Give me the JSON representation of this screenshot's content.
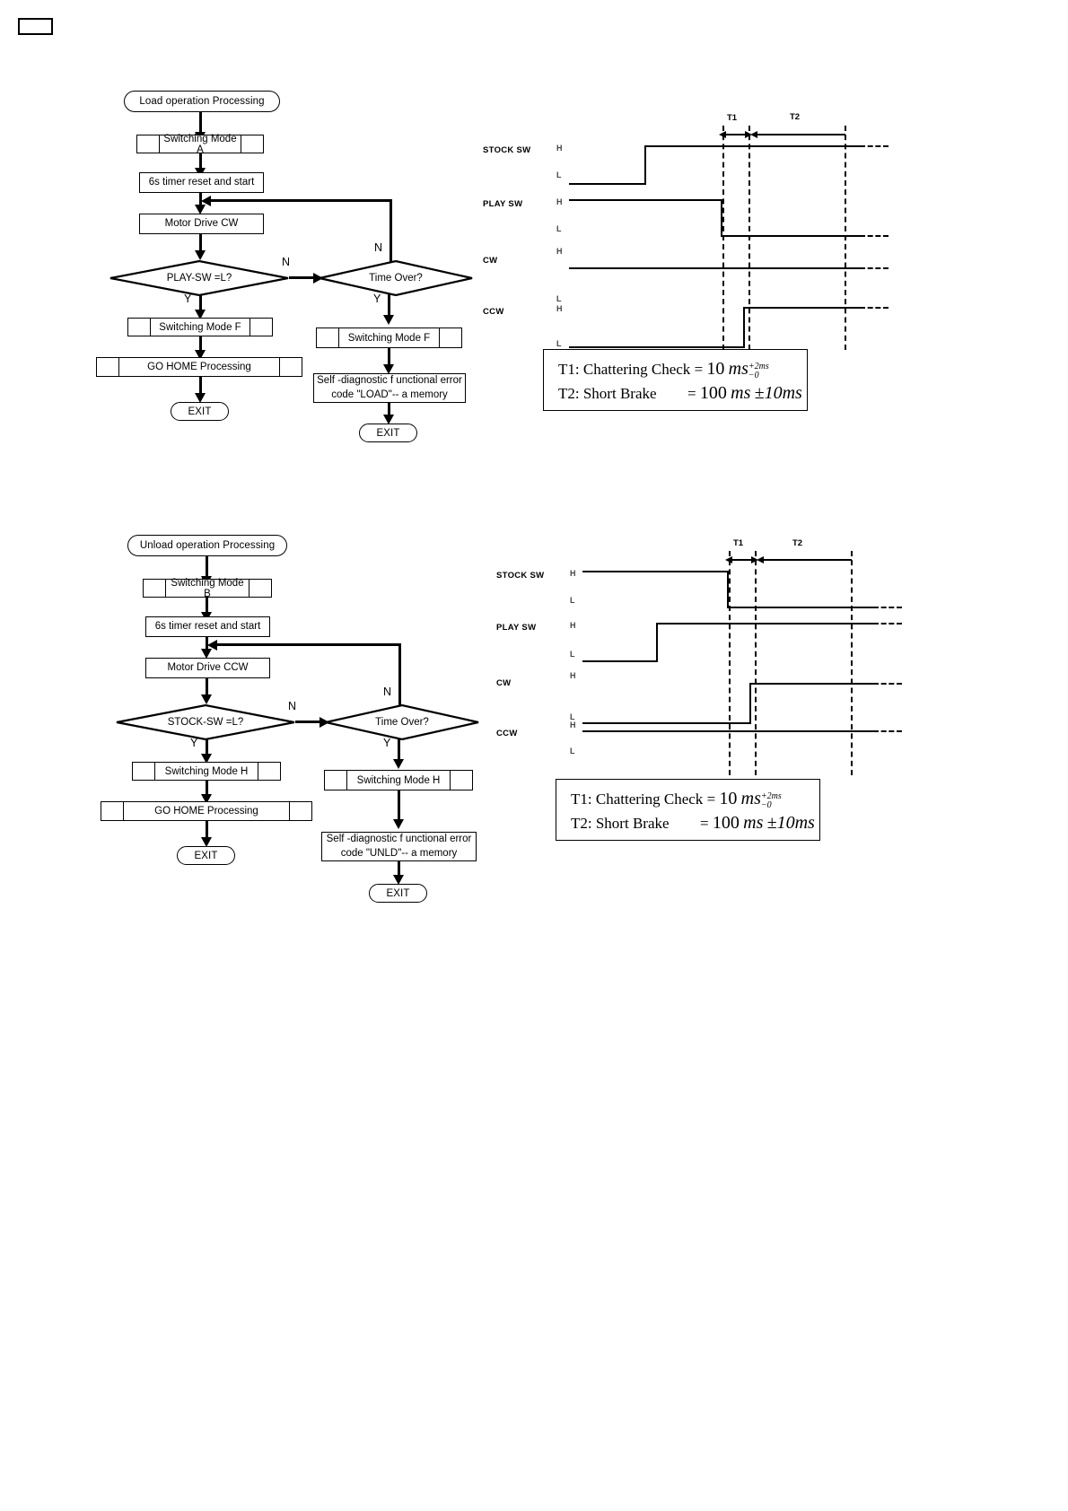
{
  "document": {
    "title": "Load / Unload operation Processing flowcharts with timing charts"
  },
  "corner_mark": {
    "label": ""
  },
  "sections": [
    {
      "id": "load",
      "flow": {
        "start": "Load operation Processing",
        "step_mode_a": "Switching Mode A",
        "step_timer": "6s timer reset and start",
        "step_motor": "Motor Drive CW",
        "decision_main": "PLAY-SW =L?",
        "decision_timeout": "Time Over?",
        "branch_n_main": "N",
        "branch_y_main": "Y",
        "branch_n_timeout": "N",
        "branch_y_timeout": "Y",
        "step_mode_f_left": "Switching Mode F",
        "step_go_home": "GO HOME Processing",
        "exit_left": "EXIT",
        "step_mode_f_right": "Switching Mode F",
        "step_error": "Self -diagnostic f unctional error code \"LOAD\"-- a memory",
        "step_error_line1": "Self -diagnostic f unctional error",
        "step_error_line2": "code \"LOAD\"-- a memory",
        "exit_right": "EXIT"
      },
      "timing": {
        "signals": [
          "STOCK SW",
          "PLAY SW",
          "CW",
          "CCW"
        ],
        "levels": [
          "H",
          "L"
        ],
        "intervals": [
          "T1",
          "T2"
        ],
        "stock_sw": {
          "start_level": "L",
          "transition": "rise",
          "final_level": "H"
        },
        "play_sw": {
          "start_level": "H",
          "transition": "fall",
          "final_level": "L"
        },
        "cw": {
          "start_level": "H",
          "final_level": "H"
        },
        "ccw": {
          "start_level": "L",
          "transition": "rise",
          "final_level": "H"
        }
      },
      "notes": {
        "t1_label": "T1: Chattering Check",
        "t1_eq": "=",
        "t1_value": "10",
        "t1_unit": "ms",
        "t1_tol_up": "+2ms",
        "t1_tol_dn": "−0",
        "t2_label": "T2: Short Brake",
        "t2_eq": "=",
        "t2_value": "100",
        "t2_unit": "ms",
        "t2_tol": "±10ms"
      }
    },
    {
      "id": "unload",
      "flow": {
        "start": "Unload operation Processing",
        "step_mode_a": "Switching Mode B",
        "step_timer": "6s timer reset and start",
        "step_motor": "Motor Drive CCW",
        "decision_main": "STOCK-SW =L?",
        "decision_timeout": "Time Over?",
        "branch_n_main": "N",
        "branch_y_main": "Y",
        "branch_n_timeout": "N",
        "branch_y_timeout": "Y",
        "step_mode_f_left": "Switching Mode H",
        "step_go_home": "GO HOME Processing",
        "exit_left": "EXIT",
        "step_mode_f_right": "Switching Mode H",
        "step_error": "Self -diagnostic f unctional error code \"UNLD\"-- a memory",
        "step_error_line1": "Self -diagnostic f unctional error",
        "step_error_line2": "code \"UNLD\"-- a memory",
        "exit_right": "EXIT"
      },
      "timing": {
        "signals": [
          "STOCK SW",
          "PLAY SW",
          "CW",
          "CCW"
        ],
        "levels": [
          "H",
          "L"
        ],
        "intervals": [
          "T1",
          "T2"
        ],
        "stock_sw": {
          "start_level": "H",
          "transition": "fall",
          "final_level": "L"
        },
        "play_sw": {
          "start_level": "L",
          "transition": "rise",
          "final_level": "H"
        },
        "cw": {
          "start_level": "L",
          "transition": "rise",
          "final_level": "H"
        },
        "ccw": {
          "start_level": "H",
          "final_level": "H"
        }
      },
      "notes": {
        "t1_label": "T1: Chattering Check",
        "t1_eq": "=",
        "t1_value": "10",
        "t1_unit": "ms",
        "t1_tol_up": "+2ms",
        "t1_tol_dn": "−0",
        "t2_label": "T2: Short Brake",
        "t2_eq": "=",
        "t2_value": "100",
        "t2_unit": "ms",
        "t2_tol": "±10ms"
      }
    }
  ]
}
